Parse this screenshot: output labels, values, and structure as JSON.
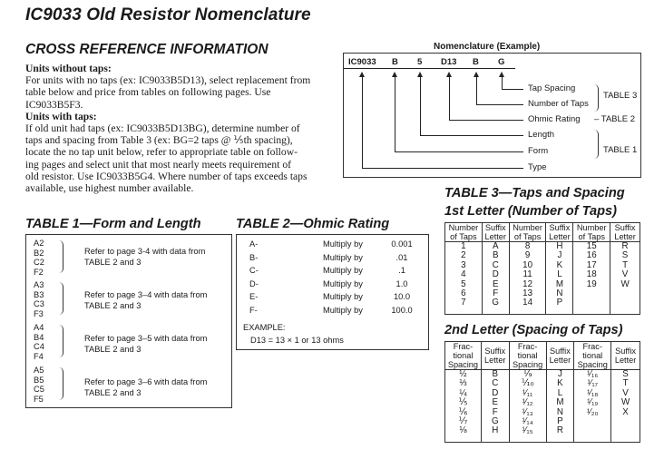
{
  "page_title": "IC9033 Old Resistor Nomenclature",
  "cross_ref": {
    "heading": "CROSS REFERENCE INFORMATION",
    "no_taps_heading": "Units without taps:",
    "no_taps_lines": [
      "For units with no taps (ex: IC9033B5D13), select replacement from",
      "table below and price from tables on following pages. Use",
      "IC9033B5F3."
    ],
    "with_taps_heading": "Units with taps:",
    "with_taps_lines": [
      "If old unit had taps (ex: IC9033B5D13BG), determine number of",
      "taps and spacing from Table 3 (ex: BG=2 taps @ ⅕th spacing),",
      "locate the no tap unit below, refer to appropriate table on follow-",
      "ing pages and select unit that most nearly meets requirement of",
      "old resistor. Use IC9033B5G4. Where number of taps exceeds taps",
      "available, use highest number available."
    ]
  },
  "nomenclature": {
    "heading": "Nomenclature (Example)",
    "codes": [
      "IC9033",
      "B",
      "5",
      "D13",
      "B",
      "G"
    ],
    "labels": [
      "Tap Spacing",
      "Number of Taps",
      "Ohmic Rating",
      "Length",
      "Form",
      "Type"
    ],
    "table_refs": [
      "TABLE 3",
      "– TABLE 2",
      "TABLE 1"
    ]
  },
  "table1": {
    "title": "TABLE 1—Form and Length",
    "groups": [
      {
        "codes": [
          "A2",
          "B2",
          "C2",
          "F2"
        ],
        "text_lines": [
          "Refer to page 3-4 with data from",
          "TABLE 2 and 3"
        ]
      },
      {
        "codes": [
          "A3",
          "B3",
          "C3",
          "F3"
        ],
        "text_lines": [
          "Refer to page 3–4 with data from",
          "TABLE 2 and 3"
        ]
      },
      {
        "codes": [
          "A4",
          "B4",
          "C4",
          "F4"
        ],
        "text_lines": [
          "Refer to page 3–5 with data from",
          "TABLE 2 and 3"
        ]
      },
      {
        "codes": [
          "A5",
          "B5",
          "C5",
          "F5"
        ],
        "text_lines": [
          "Refer to page 3–6 with data from",
          "TABLE 2 and 3"
        ]
      }
    ]
  },
  "table2": {
    "title": "TABLE 2—Ohmic Rating",
    "rows": [
      {
        "letter": "A-",
        "label": "Multiply by",
        "value": "0.001"
      },
      {
        "letter": "B-",
        "label": "Multiply by",
        "value": ".01"
      },
      {
        "letter": "C-",
        "label": "Multiply by",
        "value": ".1"
      },
      {
        "letter": "D-",
        "label": "Multiply by",
        "value": "1.0"
      },
      {
        "letter": "E-",
        "label": "Multiply by",
        "value": "10.0"
      },
      {
        "letter": "F-",
        "label": "Multiply by",
        "value": "100.0"
      }
    ],
    "example_label": "EXAMPLE:",
    "example_text": "D13 = 13 × 1 or 13 ohms"
  },
  "table3": {
    "title": "TABLE 3—Taps and Spacing",
    "first_heading": "1st Letter (Number of Taps)",
    "first_headers": [
      [
        "Number",
        "of Taps"
      ],
      [
        "Suffix",
        "Letter"
      ],
      [
        "Number",
        "of Taps"
      ],
      [
        "Suffix",
        "Letter"
      ],
      [
        "Number",
        "of Taps"
      ],
      [
        "Suffix",
        "Letter"
      ]
    ],
    "first_columns": [
      [
        "1",
        "2",
        "3",
        "4",
        "5",
        "6",
        "7"
      ],
      [
        "A",
        "B",
        "C",
        "D",
        "E",
        "F",
        "G"
      ],
      [
        "8",
        "9",
        "10",
        "11",
        "12",
        "13",
        "14"
      ],
      [
        "H",
        "J",
        "K",
        "L",
        "M",
        "N",
        "P"
      ],
      [
        "15",
        "16",
        "17",
        "18",
        "19"
      ],
      [
        "R",
        "S",
        "T",
        "V",
        "W"
      ]
    ],
    "second_heading": "2nd Letter (Spacing of Taps)",
    "second_headers": [
      [
        "Frac-",
        "tional",
        "Spacing"
      ],
      [
        "Suffix",
        "Letter"
      ],
      [
        "Frac-",
        "tional",
        "Spacing"
      ],
      [
        "Suffix",
        "Letter"
      ],
      [
        "Frac-",
        "tional",
        "Spacing"
      ],
      [
        "Suffix",
        "Letter"
      ]
    ],
    "second_columns": [
      [
        "½",
        "⅓",
        "¼",
        "⅕",
        "⅙",
        "⅐",
        "⅛"
      ],
      [
        "B",
        "C",
        "D",
        "E",
        "F",
        "G",
        "H"
      ],
      [
        "⅑",
        "⅒",
        "¹⁄₁₁",
        "¹⁄₁₂",
        "¹⁄₁₃",
        "¹⁄₁₄",
        "¹⁄₁₅"
      ],
      [
        "J",
        "K",
        "L",
        "M",
        "N",
        "P",
        "R"
      ],
      [
        "¹⁄₁₆",
        "¹⁄₁₇",
        "¹⁄₁₈",
        "¹⁄₁₉",
        "¹⁄₂₀"
      ],
      [
        "S",
        "T",
        "V",
        "W",
        "X"
      ]
    ]
  }
}
